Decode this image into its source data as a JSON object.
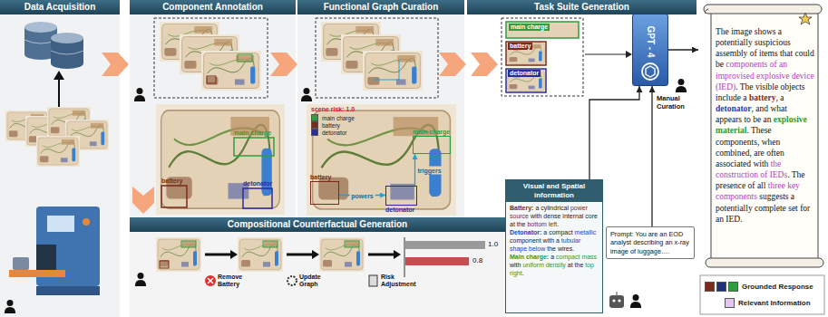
{
  "diagram": {
    "nodes": [
      {
        "text": [
          "Data Acquisition"
        ]
      },
      {
        "text": [
          "Component Annotation"
        ]
      },
      {
        "text": [
          "Functional Graph Curation"
        ]
      },
      {
        "text": [
          "Task Suite Generation"
        ]
      },
      {
        "text": [
          "Compositional Counterfactual Generation"
        ]
      },
      {
        "text": [
          "main charge"
        ]
      },
      {
        "text": [
          "battery"
        ]
      },
      {
        "text": [
          "detonator"
        ]
      },
      {
        "text": [
          "GPT - 4"
        ]
      },
      {
        "text": [
          "Visual and Spatial information",
          "Battery:",
          " a cylindrical ",
          "power source",
          " with dense internal core at the ",
          "bottom left",
          ".",
          "Detonator:",
          " a compact ",
          "metallic",
          " component with a ",
          "tubular shape below",
          " the wires.",
          "Main charge:",
          " a ",
          "compact mass",
          " with ",
          "uniform density",
          " at the ",
          "top right",
          "."
        ]
      },
      {
        "text": [
          "Prompt: You are an EOD analyst describing an x-ray image of luggage…."
        ]
      },
      {
        "text": [
          "The image shows a potentially suspicious assembly of items that could be ",
          "components of an improvised explosive device (IED)",
          ". The visible objects include a ",
          "battery",
          ", a ",
          "detonator",
          ", and what appears to be an ",
          "explosive material",
          ". These components, when combined, are often associated with ",
          "the construction of IEDs",
          ". The presence of all ",
          "three key components",
          " suggests a potentially complete set for an IED."
        ]
      }
    ],
    "edges": [
      {
        "from": 6,
        "to": 7,
        "label": "powers",
        "arrow": "to"
      },
      {
        "from": 7,
        "to": 5,
        "label": "triggers",
        "arrow": "to"
      },
      {
        "from": 9,
        "to": 8,
        "arrow": "to"
      },
      {
        "from": 10,
        "to": 8,
        "arrow": "to"
      },
      {
        "from": 8,
        "to": 11,
        "arrow": "to"
      }
    ],
    "labels": [
      "main charge",
      "battery",
      "detonator",
      "scene risk: 1.0",
      "main charge",
      "battery",
      "detonator",
      "Remove Battery",
      "Update Graph",
      "Risk Adjustment",
      "1.0",
      "0.8",
      "Manual Curation"
    ],
    "legend": [
      {
        "text": "main charge",
        "color": "#2e9e3e"
      },
      {
        "text": "battery",
        "color": "#7a2a1a"
      },
      {
        "text": "detonator",
        "color": "#2b2ba0"
      },
      {
        "text": "Grounded Response",
        "color": "#7a2a1a"
      },
      {
        "text": "Relevant Information",
        "color": "#e3c9f2"
      }
    ]
  }
}
